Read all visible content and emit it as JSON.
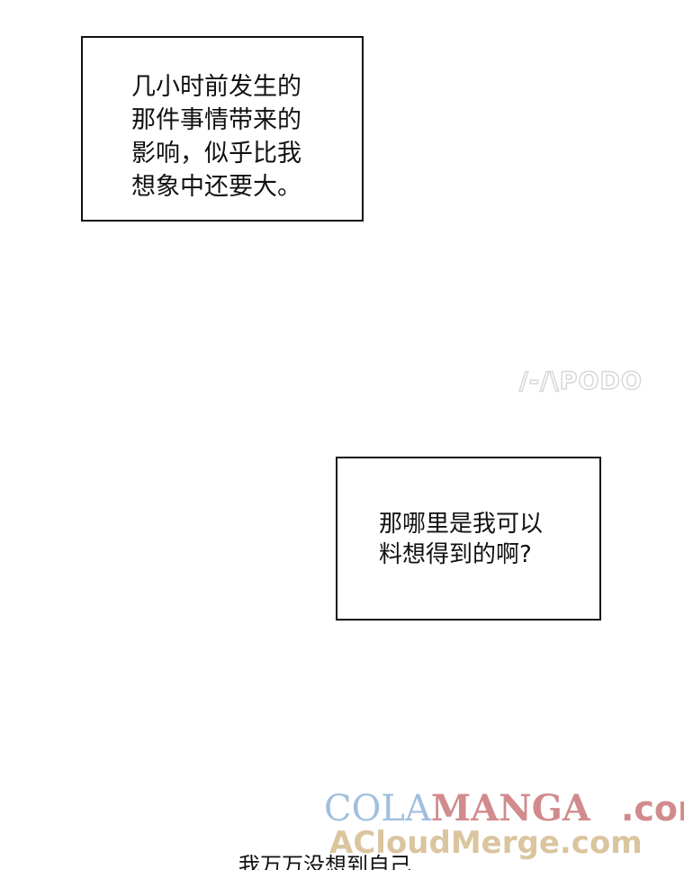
{
  "panel_1": {
    "caption": "几小时前发生的\n那件事情带来的\n影响，似乎比我\n想象中还要大。"
  },
  "panel_2": {
    "caption": "那哪里是我可以\n料想得到的啊?"
  },
  "watermark_podo": "/-/\\PODO",
  "bottom_caption": "我万万没想到自己",
  "watermark_site": {
    "cola": "COLA",
    "manga": "MANGA",
    "com_1": ".com",
    "acloud": "ACloudMerge.com"
  }
}
